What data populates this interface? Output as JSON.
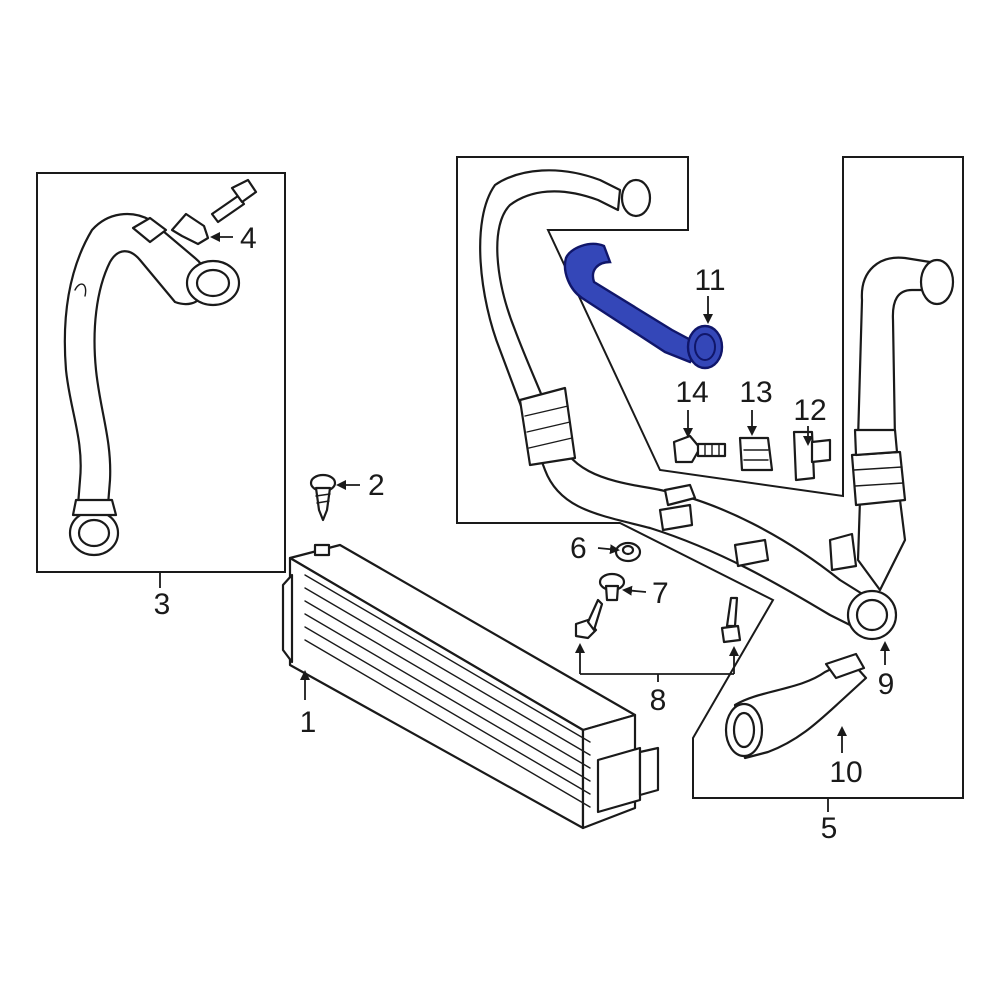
{
  "colors": {
    "line": "#1a1a1a",
    "highlight_fill": "#3447b8",
    "highlight_stroke": "#10166a",
    "background": "#ffffff"
  },
  "callouts": {
    "c1": "1",
    "c2": "2",
    "c3": "3",
    "c4": "4",
    "c5": "5",
    "c6": "6",
    "c7": "7",
    "c8": "8",
    "c9": "9",
    "c10": "10",
    "c11": "11",
    "c12": "12",
    "c13": "13",
    "c14": "14"
  }
}
